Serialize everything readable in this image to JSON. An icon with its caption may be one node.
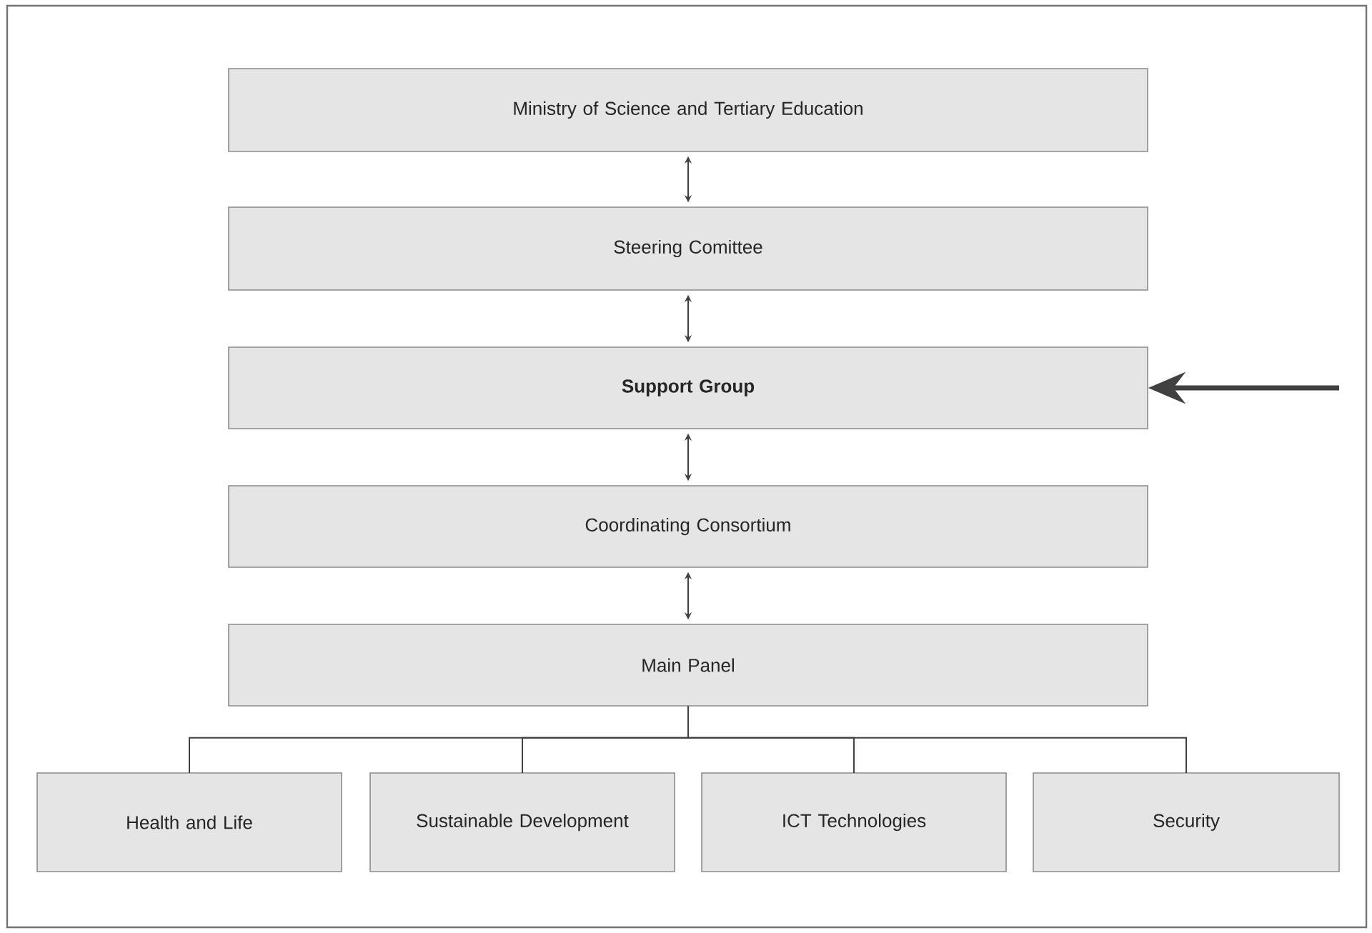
{
  "diagram": {
    "nodes": [
      {
        "text": [
          "Ministry of Science and Tertiary Education"
        ]
      },
      {
        "text": [
          "Steering Comittee"
        ]
      },
      {
        "text": [
          "Support Group"
        ]
      },
      {
        "text": [
          "Coordinating Consortium"
        ]
      },
      {
        "text": [
          "Main Panel"
        ]
      },
      {
        "text": [
          "Health and Life"
        ]
      },
      {
        "text": [
          "Sustainable Development"
        ]
      },
      {
        "text": [
          "ICT Technologies"
        ]
      },
      {
        "text": [
          "Security"
        ]
      }
    ],
    "edges": [
      {
        "from": 0,
        "to": 1,
        "arrow": "both"
      },
      {
        "from": 1,
        "to": 2,
        "arrow": "both"
      },
      {
        "from": 2,
        "to": 3,
        "arrow": "both"
      },
      {
        "from": 3,
        "to": 4,
        "arrow": "both"
      },
      {
        "from": 4,
        "to": 5,
        "arrow": "none"
      },
      {
        "from": 4,
        "to": 6,
        "arrow": "none"
      },
      {
        "from": 4,
        "to": 7,
        "arrow": "none"
      },
      {
        "from": 4,
        "to": 8,
        "arrow": "none"
      },
      {
        "from": null,
        "to": 2,
        "arrow": "to",
        "style": "thick"
      }
    ]
  }
}
